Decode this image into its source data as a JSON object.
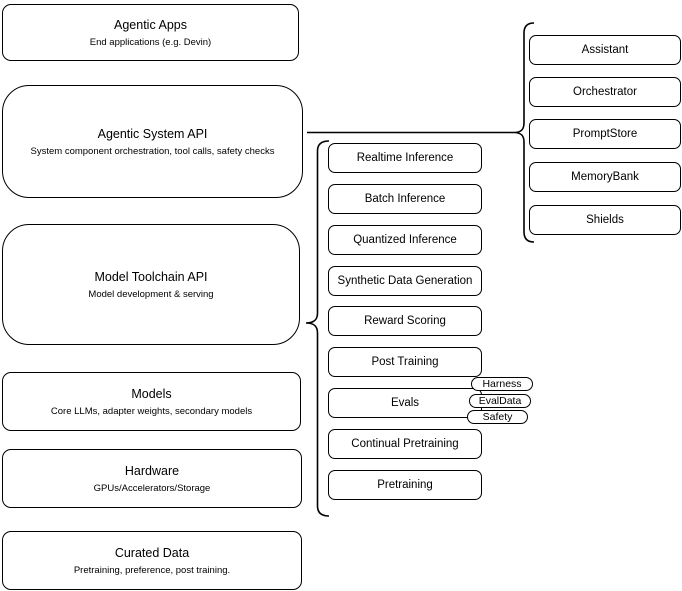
{
  "diagram": {
    "background_color": "#ffffff",
    "stroke_color": "#000000",
    "left_column": [
      {
        "title": "Agentic Apps",
        "subtitle": "End applications (e.g. Devin)"
      },
      {
        "title": "Agentic System API",
        "subtitle": "System component orchestration, tool calls, safety checks"
      },
      {
        "title": "Model Toolchain API",
        "subtitle": "Model development & serving"
      },
      {
        "title": "Models",
        "subtitle": "Core LLMs, adapter weights, secondary models"
      },
      {
        "title": "Hardware",
        "subtitle": "GPUs/Accelerators/Storage"
      },
      {
        "title": "Curated Data",
        "subtitle": "Pretraining, preference, post training."
      }
    ],
    "toolchain_items": [
      "Realtime Inference",
      "Batch Inference",
      "Quantized Inference",
      "Synthetic Data Generation",
      "Reward Scoring",
      "Post Training",
      "Evals",
      "Continual Pretraining",
      "Pretraining"
    ],
    "eval_tags": [
      "Harness",
      "EvalData",
      "Safety"
    ],
    "system_components": [
      "Assistant",
      "Orchestrator",
      "PromptStore",
      "MemoryBank",
      "Shields"
    ]
  }
}
